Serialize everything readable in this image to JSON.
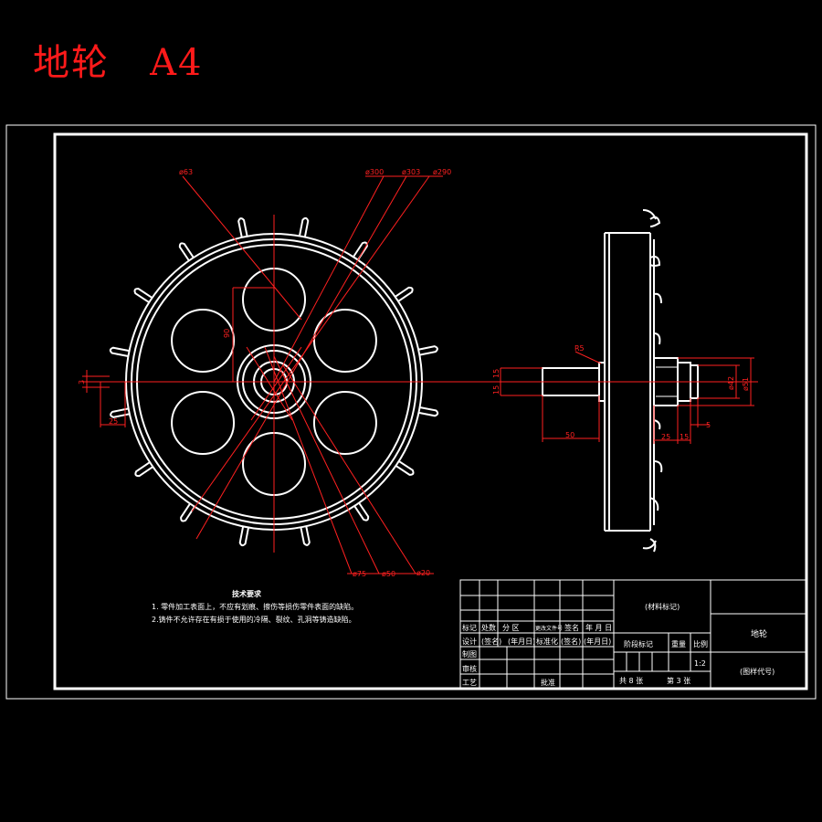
{
  "title": {
    "part_name": "地轮",
    "size": "A4"
  },
  "dimensions": {
    "d63": "ø63",
    "d300": "ø300",
    "d303": "ø303",
    "d290": "ø290",
    "d75": "ø75",
    "d50": "ø50",
    "d20": "ø20",
    "r5": "R5",
    "d42": "ø42",
    "d51": "ø51",
    "h90": "90",
    "w25_front": "25",
    "h3": "3",
    "h15a": "15",
    "h15b": "15",
    "w50": "50",
    "w25_side": "25",
    "w15_side": "15",
    "w5_side": "5"
  },
  "notes": {
    "heading": "技术要求",
    "line1": "1. 零件加工表面上，不应有划痕、擦伤等损伤零件表面的缺陷。",
    "line2": "2.铸件不允许存在有损于使用的冷隔、裂纹、孔洞等铸造缺陷。"
  },
  "title_block": {
    "material": "(材料标记)",
    "part_name": "地轮",
    "drawing_no": "(图样代号)",
    "mark": "标记",
    "count": "处数",
    "zone": "分 区",
    "change_doc": "更改文件号",
    "sign": "签名",
    "date": "年 月 日",
    "design": "设计",
    "sig1": "(签名)",
    "date1": "(年月日)",
    "standardize": "标准化",
    "sig2": "(签名)",
    "date2": "(年月日)",
    "stage_mark": "阶段标记",
    "weight": "重量",
    "scale": "比例",
    "scale_val": "1:2",
    "draw": "制图",
    "review": "审核",
    "process": "工艺",
    "approve": "批准",
    "total_sheets": "共 8 张",
    "sheet_no": "第 3 张"
  }
}
